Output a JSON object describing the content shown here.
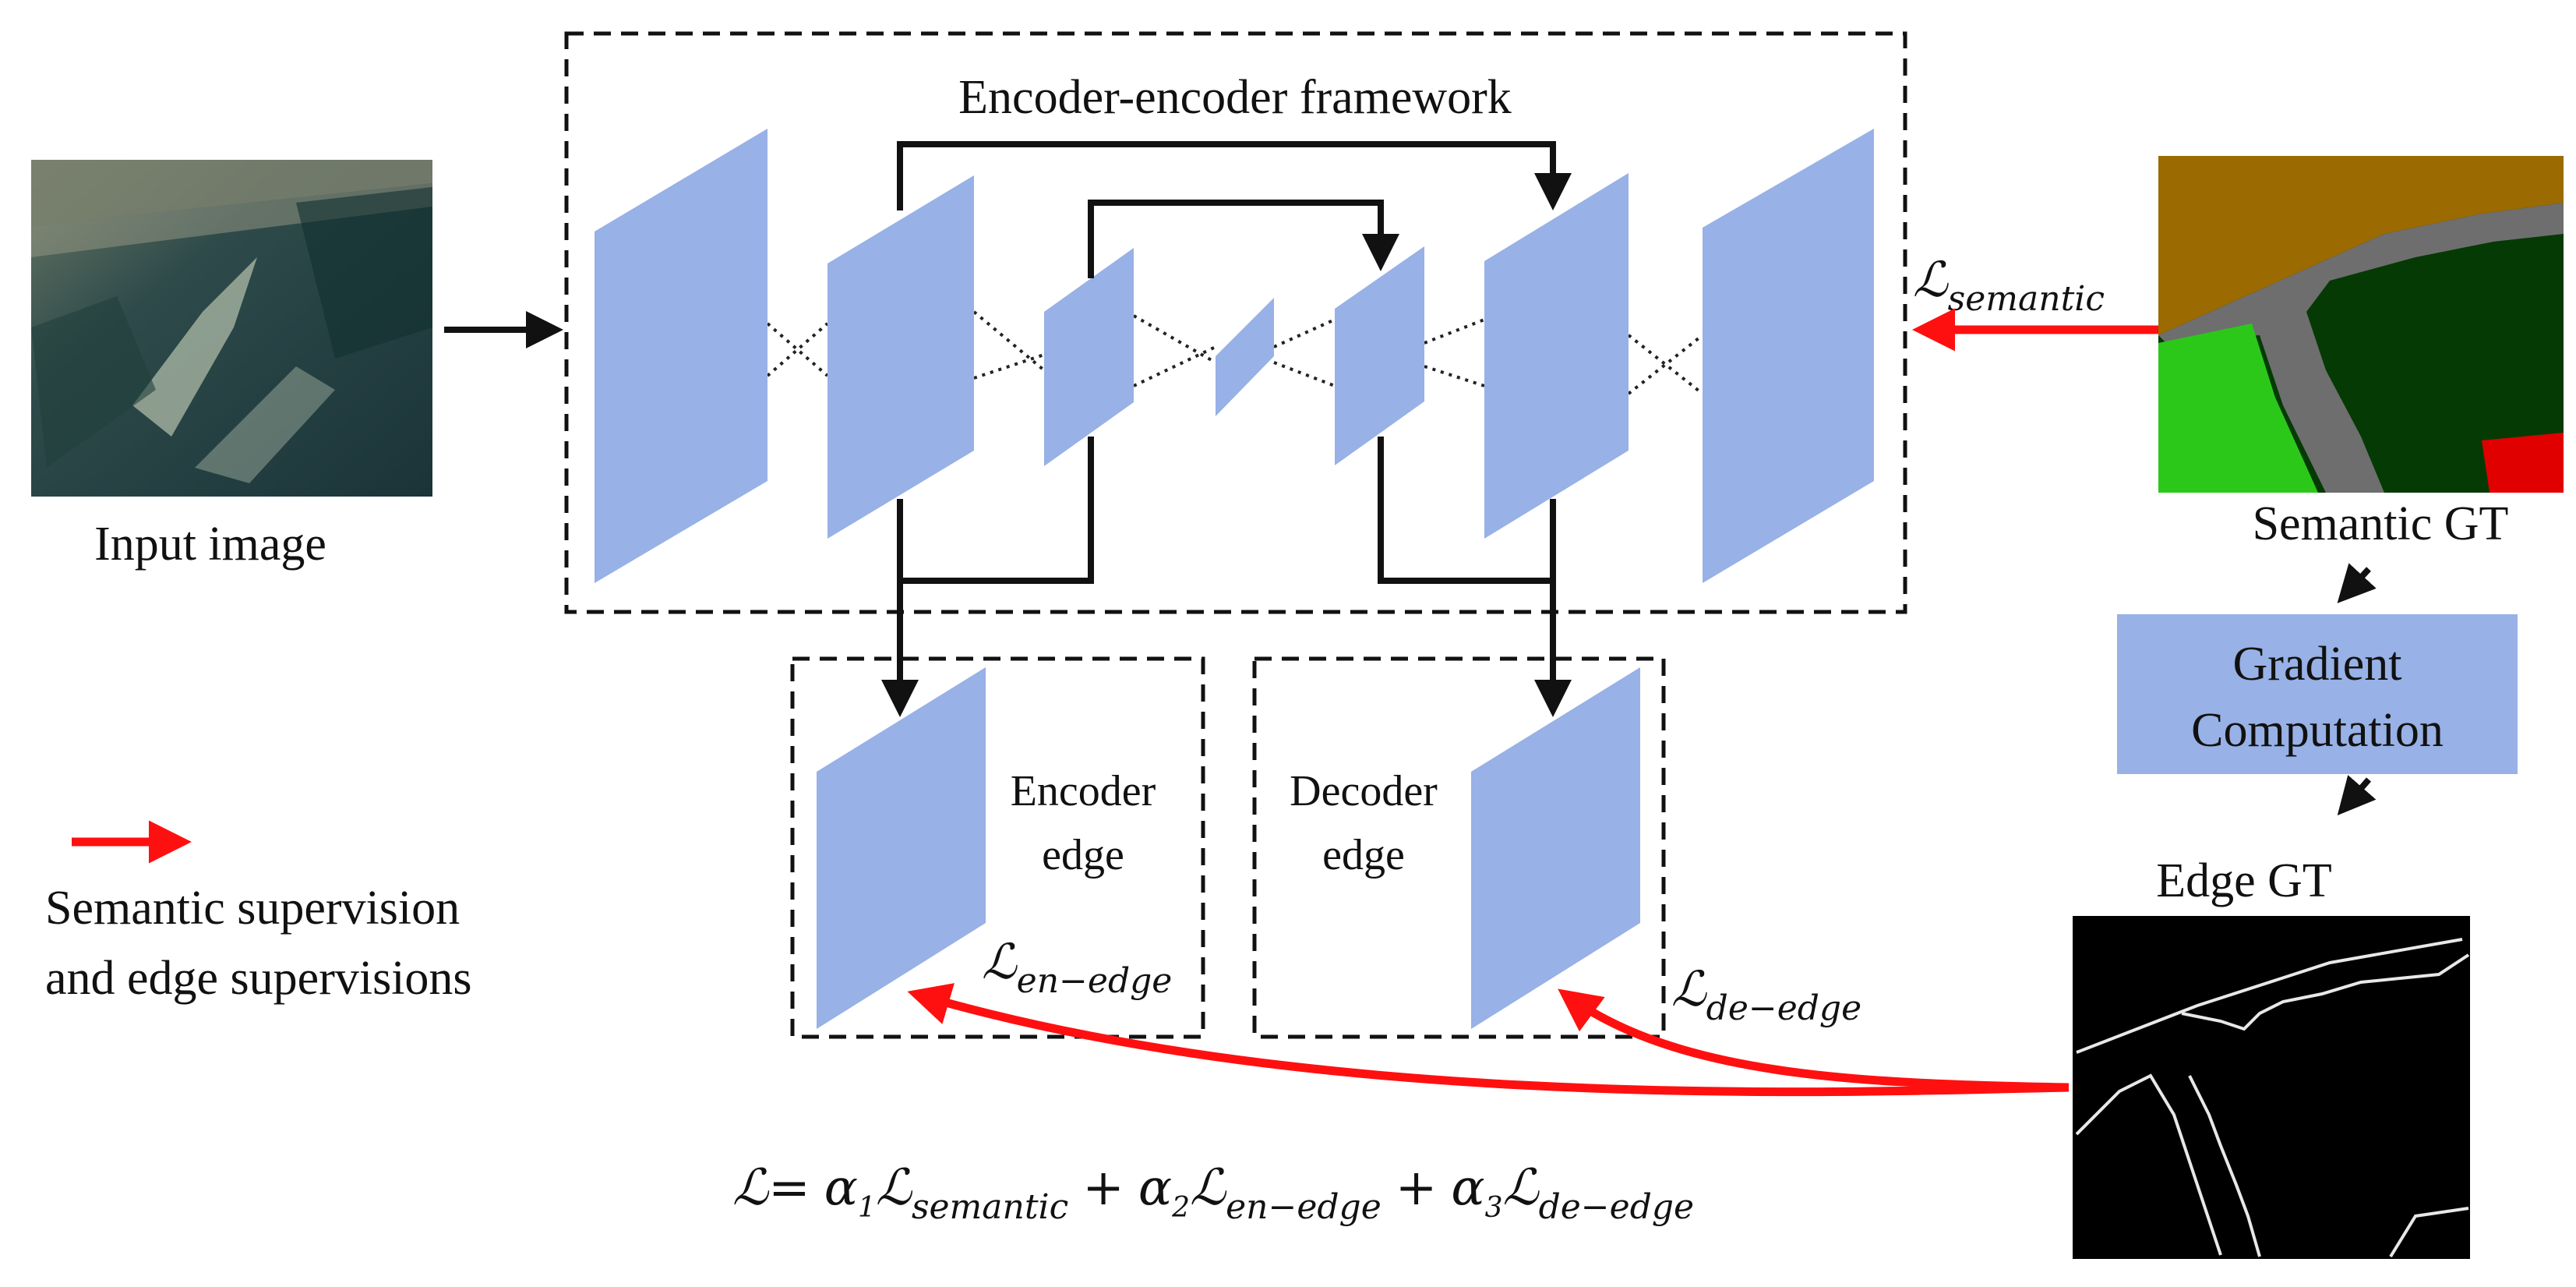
{
  "labels": {
    "framework_title": "Encoder-encoder framework",
    "input_image": "Input image",
    "semantic_gt": "Semantic GT",
    "gradient_line1": "Gradient",
    "gradient_line2": "Computation",
    "edge_gt": "Edge GT",
    "encoder_edge_line1": "Encoder",
    "encoder_edge_line2": "edge",
    "decoder_edge_line1": "Decoder",
    "decoder_edge_line2": "edge",
    "legend_line1": "Semantic supervision",
    "legend_line2": "and edge supervisions"
  },
  "loss_labels": {
    "symbol": "ℒ",
    "semantic": "semantic",
    "en_edge": "en−edge",
    "de_edge": "de−edge"
  },
  "formula": {
    "lhs": "ℒ=",
    "alpha": "α",
    "sub1": "1",
    "sub2": "2",
    "sub3": "3",
    "term1": "semantic",
    "term2": "en−edge",
    "term3": "de−edge",
    "plus": "+",
    "script_L": "ℒ"
  },
  "colors": {
    "block_fill": "#98b1e6",
    "supervision_arrow": "#ff1010",
    "semantic_gt_brown": "#9b6a00",
    "semantic_gt_gray": "#6e6e6e",
    "semantic_gt_green": "#2bc81a",
    "semantic_gt_darkgreen": "#053a05",
    "semantic_gt_red": "#e00000"
  }
}
